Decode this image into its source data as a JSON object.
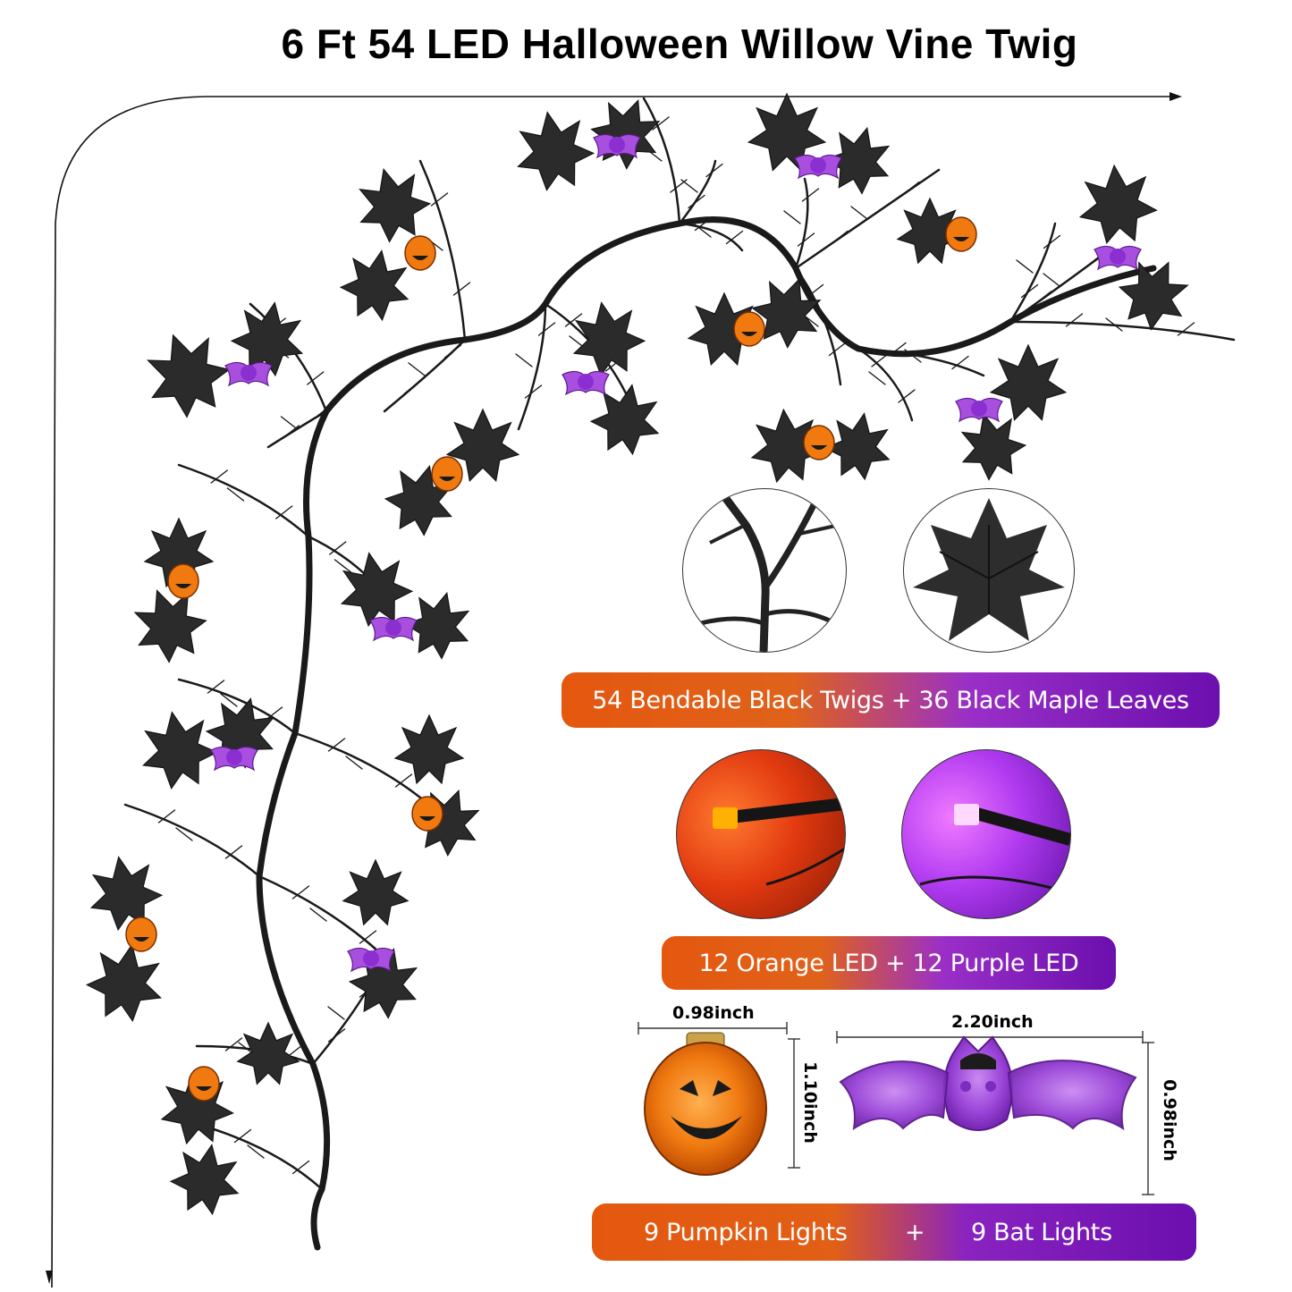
{
  "title": "6 Ft 54 LED Halloween Willow Vine Twig",
  "banners": {
    "twigs_leaves": "54 Bendable Black Twigs + 36 Black Maple Leaves",
    "leds": "12 Orange LED + 12 Purple LED",
    "pumpkin": "9 Pumpkin Lights",
    "plus": "+",
    "bat": "9 Bat Lights"
  },
  "dimensions": {
    "pumpkin_width": "0.98inch",
    "pumpkin_height": "1.10inch",
    "bat_width": "2.20inch",
    "bat_height": "0.98inch"
  },
  "colors": {
    "orange": "#e4570f",
    "purple": "#6b0fae",
    "leaf": "#2b2b2b",
    "pumpkin": "#f07a10",
    "bat": "#a94fe0"
  }
}
